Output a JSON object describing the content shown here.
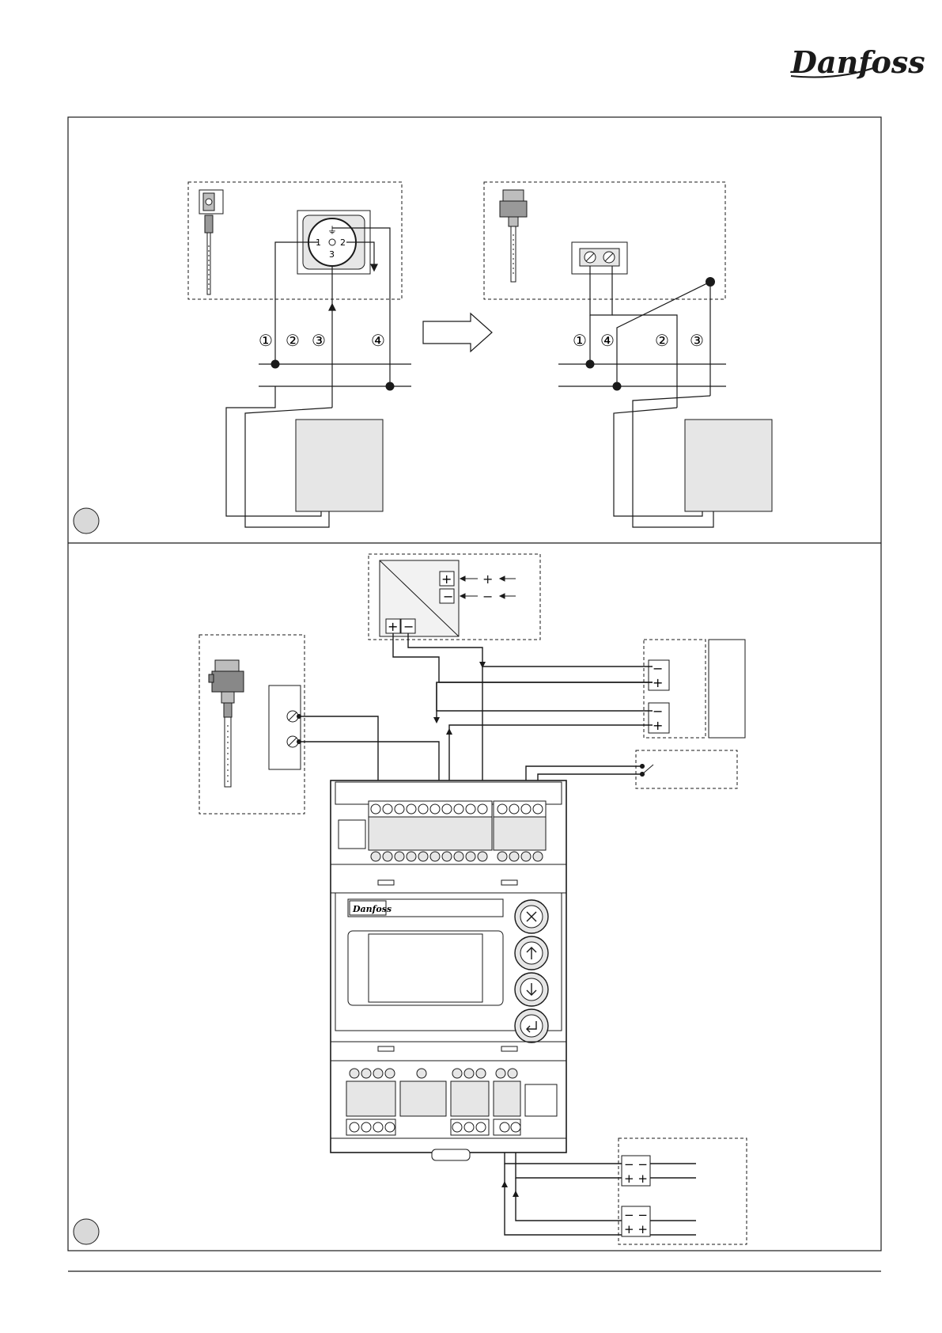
{
  "brand": {
    "logo_text": "Danfoss",
    "small_logo_text": "Danfoss"
  },
  "panel_a": {
    "wire_numbers_left": [
      "①",
      "②",
      "③",
      "④"
    ],
    "wire_numbers_right": [
      "①",
      "④",
      "②",
      "③"
    ],
    "connector_pins": {
      "pin1": "1",
      "pin2": "2",
      "pin3": "3",
      "ground": "⏚"
    }
  },
  "panel_b": {
    "power_supply": {
      "out_plus": "+",
      "out_minus": "−",
      "in_plus": "+",
      "in_minus": "−",
      "arrow_plus": "+",
      "arrow_minus": "−"
    },
    "right_inputs": [
      {
        "minus": "−",
        "plus": "+"
      },
      {
        "minus": "−",
        "plus": "+"
      }
    ],
    "bottom_inputs": [
      {
        "minus": "− −",
        "plus": "+ +"
      },
      {
        "minus": "− −",
        "plus": "+ +"
      }
    ]
  },
  "controller": {
    "buttons": [
      {
        "name": "cancel-button",
        "icon": "x-icon"
      },
      {
        "name": "up-button",
        "icon": "arrow-up-icon"
      },
      {
        "name": "down-button",
        "icon": "arrow-down-icon"
      },
      {
        "name": "enter-button",
        "icon": "enter-icon"
      }
    ]
  },
  "colors": {
    "line": "#1a1a1a",
    "fill_grey": "#e6e6e6",
    "dash": "#333333"
  }
}
